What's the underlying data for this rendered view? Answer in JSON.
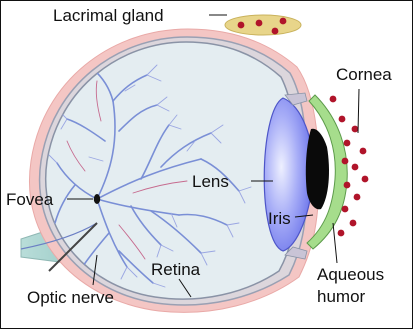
{
  "labels": {
    "lacrimal_gland": "Lacrimal gland",
    "cornea": "Cornea",
    "lens": "Lens",
    "fovea": "Fovea",
    "iris": "Iris",
    "retina": "Retina",
    "optic_nerve": "Optic nerve",
    "aqueous_humor_line1": "Aqueous",
    "aqueous_humor_line2": "humor"
  },
  "colors": {
    "sclera": "#f4c6c4",
    "eyeball_inner": "#e2ebef",
    "choroid_line": "#8a93a6",
    "vessels": "#7a8fd6",
    "vessels_accent": "#c66a8e",
    "lens": "#7a86f0",
    "iris_dark": "#0a0a0a",
    "cornea": "#a6dd8c",
    "gland": "#e8d58a",
    "dots": "#b0142a",
    "optic_nerve": "#a8d2cf"
  }
}
